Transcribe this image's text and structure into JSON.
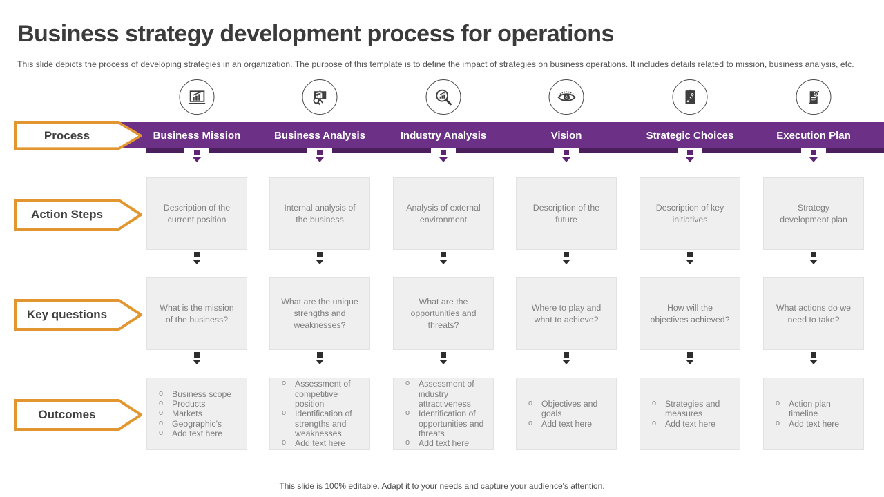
{
  "slide": {
    "title": "Business strategy development process for operations",
    "subtitle": "This slide depicts the process of developing strategies in an organization. The purpose of this template is to define the impact of strategies on business operations. It includes details related to mission, business analysis, etc.",
    "footer": "This slide is 100% editable. Adapt it to your needs and capture your audience's attention."
  },
  "row_labels": {
    "process": "Process",
    "action_steps": "Action Steps",
    "key_questions": "Key questions",
    "outcomes": "Outcomes"
  },
  "colors": {
    "band_purple": "#6C3087",
    "band_shadow_purple": "#4A1F5C",
    "label_border_orange": "#E2962F",
    "box_gray": "#EFEFEF",
    "text_gray": "#7E7E7E",
    "title_gray": "#3B3B3B"
  },
  "columns": [
    {
      "header": "Business Mission",
      "icon_name": "bar-chart-growth-icon",
      "action": "Description of the current position",
      "question": "What is the mission of the business?",
      "outcomes": [
        "Business scope",
        "Products",
        "Markets",
        "Geographic's",
        "Add text here"
      ]
    },
    {
      "header": "Business Analysis",
      "icon_name": "presentation-analysis-icon",
      "action": "Internal analysis of the business",
      "question": "What are the unique strengths and weaknesses?",
      "outcomes": [
        "Assessment of competitive position",
        "Identification of strengths and weaknesses",
        "Add text here"
      ]
    },
    {
      "header": "Industry Analysis",
      "icon_name": "magnifier-chart-icon",
      "action": "Analysis of external environment",
      "question": "What are the opportunities and threats?",
      "outcomes": [
        "Assessment of industry attractiveness",
        "Identification of opportunities and threats",
        "Add text here"
      ]
    },
    {
      "header": "Vision",
      "icon_name": "eye-icon",
      "action": "Description of the future",
      "question": "Where to play and what to achieve?",
      "outcomes": [
        "Objectives and goals",
        "Add text here"
      ]
    },
    {
      "header": "Strategic Choices",
      "icon_name": "strategy-document-icon",
      "action": "Description of key initiatives",
      "question": "How will the objectives achieved?",
      "outcomes": [
        "Strategies and measures",
        "Add text here"
      ]
    },
    {
      "header": "Execution Plan",
      "icon_name": "scroll-gear-icon",
      "action": "Strategy development plan",
      "question": "What actions do we need to take?",
      "outcomes": [
        "Action plan timeline",
        "Add text here"
      ]
    }
  ]
}
